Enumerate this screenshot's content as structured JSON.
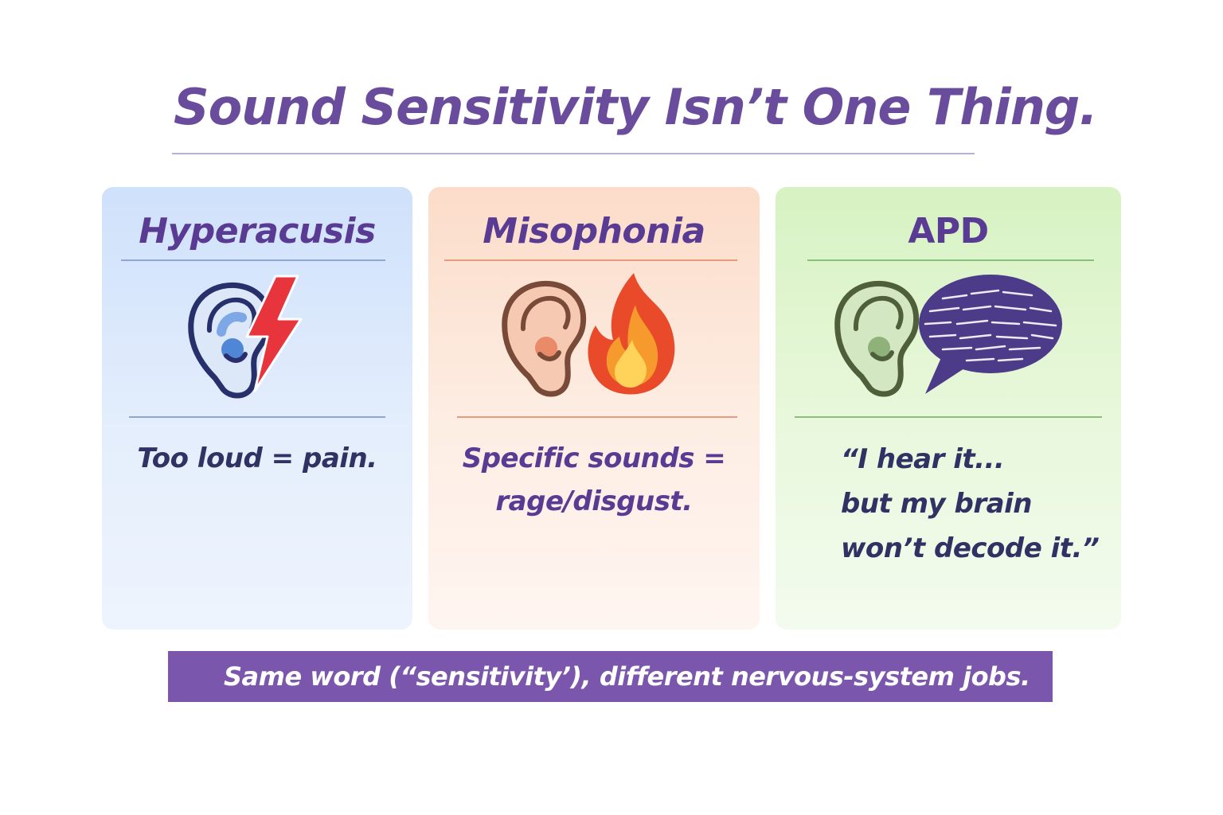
{
  "title": "Sound Sensitivity Isn’t One Thing.",
  "cards": [
    {
      "id": "hyperacusis",
      "heading": "Hyperacusis",
      "icons": [
        "ear-icon",
        "lightning-bolt-icon"
      ],
      "lines": [
        "Too loud = pain."
      ]
    },
    {
      "id": "misophonia",
      "heading": "Misophonia",
      "icons": [
        "ear-icon",
        "fire-icon"
      ],
      "lines": [
        "Specific sounds =",
        "rage/disgust."
      ]
    },
    {
      "id": "apd",
      "heading": "APD",
      "icons": [
        "ear-icon",
        "scrambled-speech-bubble-icon"
      ],
      "lines": [
        "“I hear it...",
        "but my brain",
        "won’t decode it.”"
      ]
    }
  ],
  "banner": "Same word (“sensitivity’), different nervous-system jobs.",
  "colors": {
    "title": "#6a4c9c",
    "heading": "#5a3b94",
    "body_text": "#2f3263",
    "banner_bg": "#7b56ad",
    "hyperacusis_bg": "#dbe8fb",
    "misophonia_bg": "#fde6d8",
    "apd_bg": "#e2f5d4",
    "lightning": "#e8343c",
    "fire": "#f06a2a",
    "speech_bubble": "#4b3b88"
  }
}
